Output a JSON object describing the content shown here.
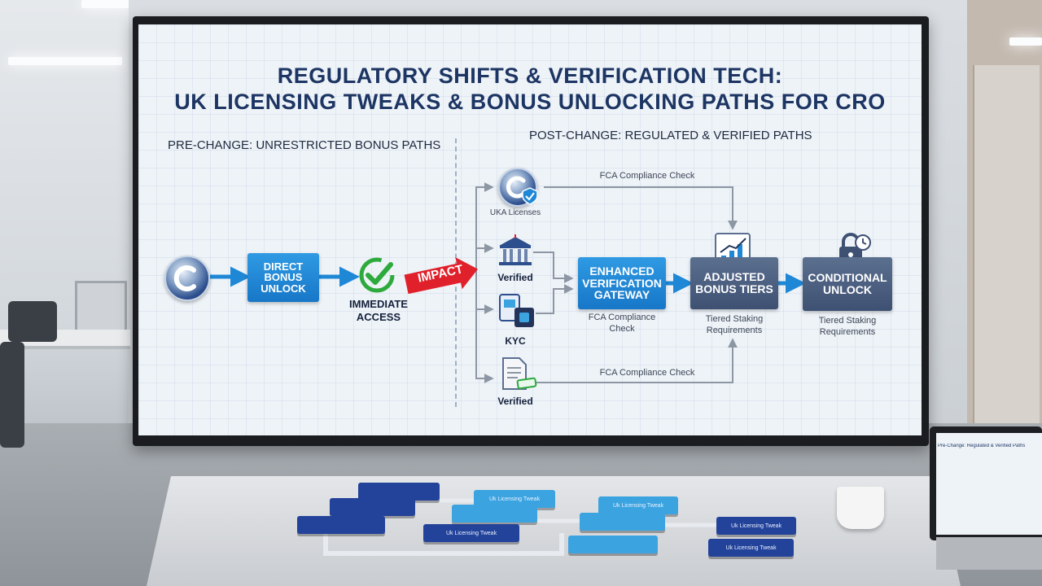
{
  "screen": {
    "title_line1": "REGULATORY SHIFTS & VERIFICATION TECH:",
    "title_line2": "UK LICENSING TWEAKS & BONUS UNLOCKING PATHS FOR CRO",
    "pre_label": "PRE-CHANGE: UNRESTRICTED BONUS PATHS",
    "post_label": "POST-CHANGE: REGULATED & VERIFIED PATHS",
    "impact_label": "IMPACT",
    "pre_flow": {
      "direct_unlock": "DIRECT BONUS UNLOCK",
      "immediate_access": "IMMEDIATE ACCESS"
    },
    "post_flow": {
      "top_check": "FCA Compliance Check",
      "bottom_check": "FCA Compliance Check",
      "uk_licenses_label": "UKA Licenses",
      "verified_bank_label": "Verified",
      "kyc_label": "KYC",
      "verified_doc_label": "Verified",
      "gateway": "ENHANCED VERIFICATION GATEWAY",
      "gateway_caption": "FCA Compliance Check",
      "tiers": "ADJUSTED BONUS TIERS",
      "tiers_caption": "Tiered Staking Requirements",
      "unlock": "CONDITIONAL UNLOCK",
      "unlock_caption": "Tiered Staking Requirements"
    }
  },
  "table_tiles": [
    "Uk Licensing Tweak",
    "Uk Licensing Tweak",
    "Uk Licensing Tweak",
    "Uk Licensing Tweak",
    "Uk Licensing Tweak"
  ],
  "laptop": {
    "text": "Pre-Change: Regulated & Verified Paths"
  },
  "colors": {
    "title": "#1d3563",
    "flow_blue": "#1f88d6",
    "slate_box": "#4a5d80",
    "impact_red": "#e0202a",
    "check_green": "#2eaa3d"
  }
}
